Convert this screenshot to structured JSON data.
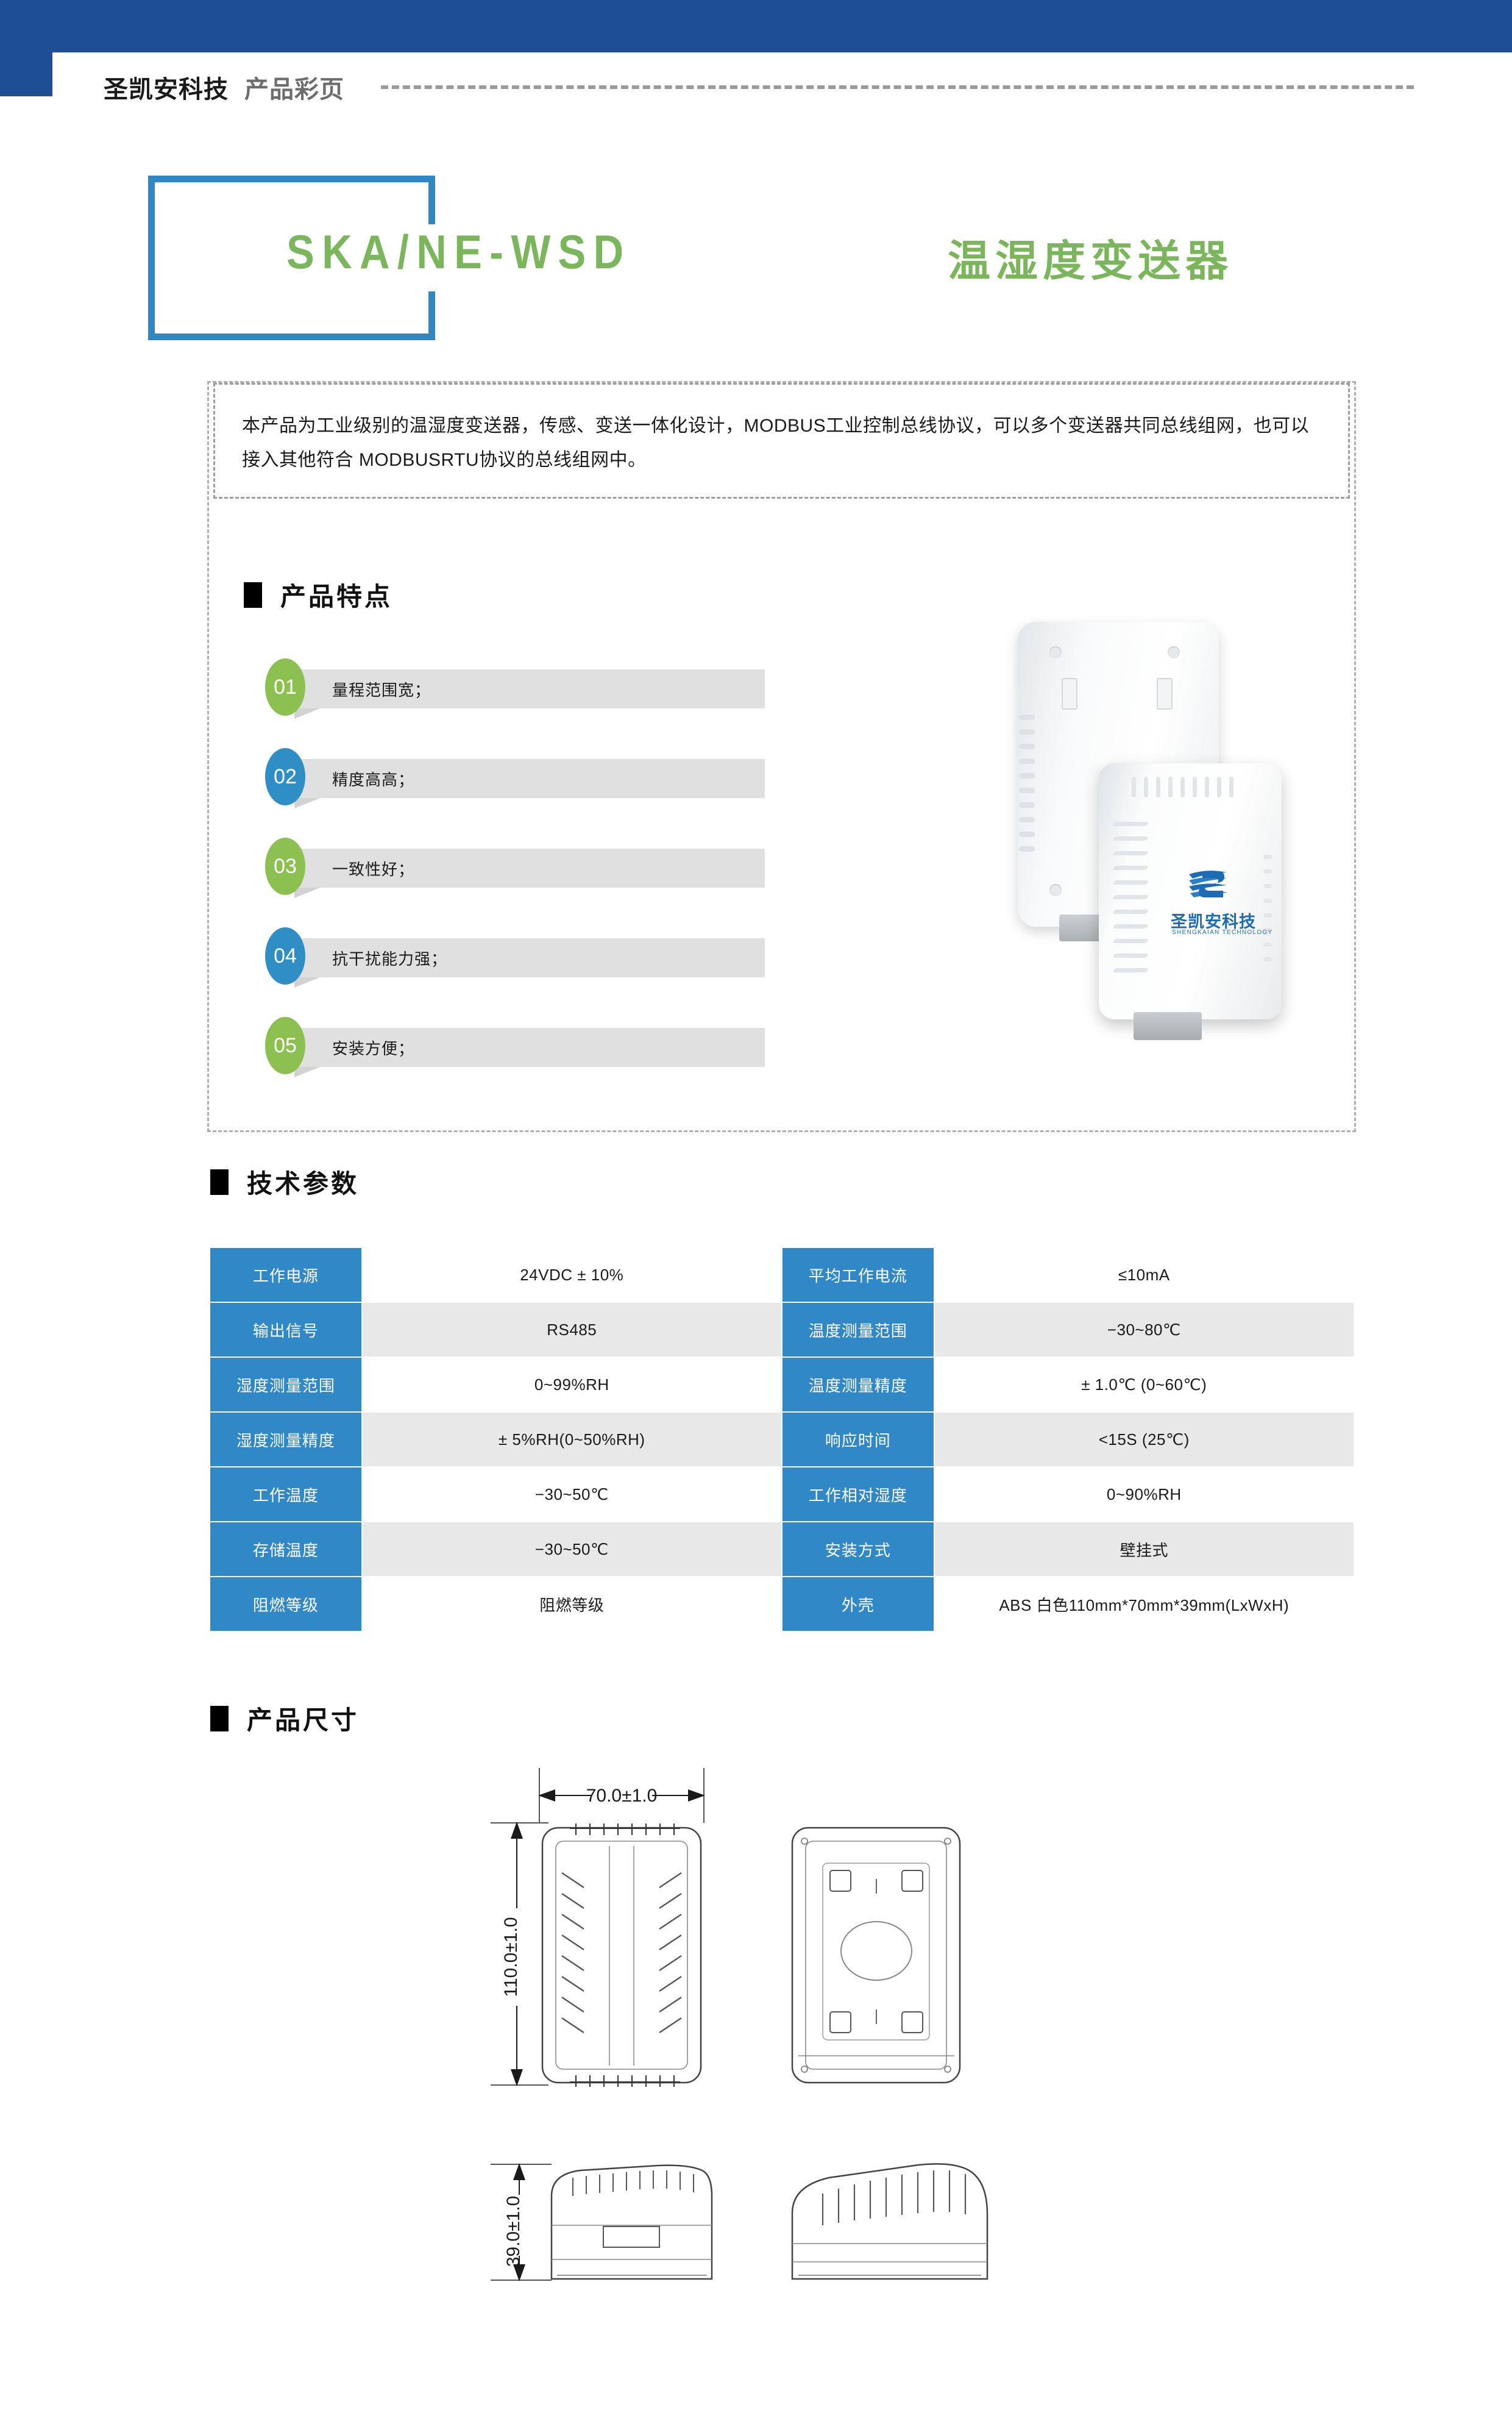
{
  "header": {
    "brand": "圣凯安科技",
    "subtitle": "产品彩页",
    "bar_color": "#1d4e96"
  },
  "title": {
    "model": "SKA/NE-WSD",
    "name_cn": "温湿度变送器",
    "accent_color": "#7cb65c",
    "bracket_color": "#2f87c4"
  },
  "intro": {
    "paragraph": "本产品为工业级别的温湿度变送器，传感、变送一体化设计，MODBUS工业控制总线协议，可以多个变送器共同总线组网，也可以接入其他符合 MODBUSRTU协议的总线组网中。"
  },
  "sections": {
    "features_title": "产品特点",
    "specs_title": "技术参数",
    "dimensions_title": "产品尺寸"
  },
  "features": [
    {
      "num": "01",
      "text": "量程范围宽；",
      "color": "#8cc152"
    },
    {
      "num": "02",
      "text": "精度高高；",
      "color": "#2f8fc4"
    },
    {
      "num": "03",
      "text": "一致性好；",
      "color": "#8cc152"
    },
    {
      "num": "04",
      "text": "抗干扰能力强；",
      "color": "#2f8fc4"
    },
    {
      "num": "05",
      "text": "安装方便；",
      "color": "#8cc152"
    }
  ],
  "product_photo": {
    "logo_cn": "圣凯安科技",
    "logo_en": "SHENGKAIAN TECHNOLOGY",
    "logo_color": "#1b6cb5"
  },
  "specs": {
    "header_color": "#3089c6",
    "rows": [
      {
        "k1": "工作电源",
        "v1": "24VDC ± 10%",
        "k2": "平均工作电流",
        "v2": "≤10mA"
      },
      {
        "k1": "输出信号",
        "v1": "RS485",
        "k2": "温度测量范围",
        "v2": "−30~80℃"
      },
      {
        "k1": "湿度测量范围",
        "v1": "0~99%RH",
        "k2": "温度测量精度",
        "v2": "± 1.0℃ (0~60℃)"
      },
      {
        "k1": "湿度测量精度",
        "v1": "± 5%RH(0~50%RH)",
        "k2": "响应时间",
        "v2": "<15S (25℃)"
      },
      {
        "k1": "工作温度",
        "v1": "−30~50℃",
        "k2": "工作相对湿度",
        "v2": "0~90%RH"
      },
      {
        "k1": "存储温度",
        "v1": "−30~50℃",
        "k2": "安装方式",
        "v2": "壁挂式"
      },
      {
        "k1": "阻燃等级",
        "v1": "阻燃等级",
        "k2": "外壳",
        "v2": "ABS 白色110mm*70mm*39mm(LxWxH)"
      }
    ]
  },
  "dimensions": {
    "width_label": "70.0±1.0",
    "height_label": "110.0±1.0",
    "depth_label": "39.0±1.0"
  }
}
